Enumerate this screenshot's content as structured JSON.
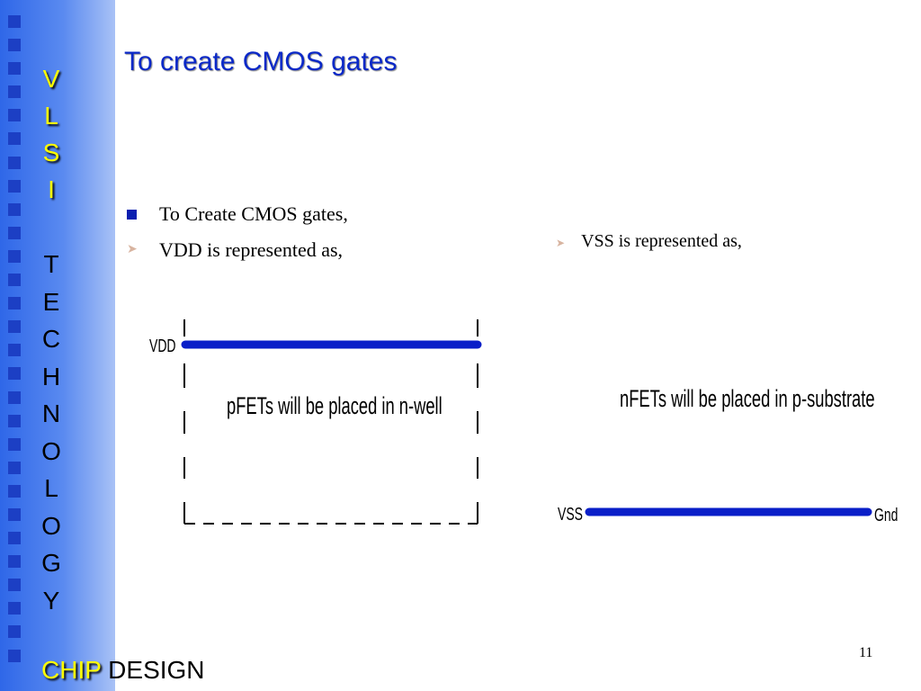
{
  "sidebar": {
    "vlsi_letters": [
      "V",
      "L",
      "S",
      "I"
    ],
    "technology_letters": [
      "T",
      "E",
      "C",
      "H",
      "N",
      "O",
      "L",
      "O",
      "G",
      "Y"
    ],
    "chip": "CHIP",
    "design": "DESIGN"
  },
  "slide": {
    "title": "To create CMOS gates",
    "bullets": [
      {
        "marker": "square",
        "text": "To Create CMOS gates,"
      },
      {
        "marker": "arrow",
        "text": "VDD is represented as,"
      }
    ],
    "right_bullet": "VSS is represented as,",
    "page_number": "11"
  },
  "diagram": {
    "vdd_label": "VDD",
    "pfet_text": "pFETs will be placed in n-well",
    "nfet_text": "nFETs will be placed in p-substrate",
    "vss_label": "VSS",
    "gnd_label": "Gnd",
    "rail_color": "#0a1fc8"
  }
}
